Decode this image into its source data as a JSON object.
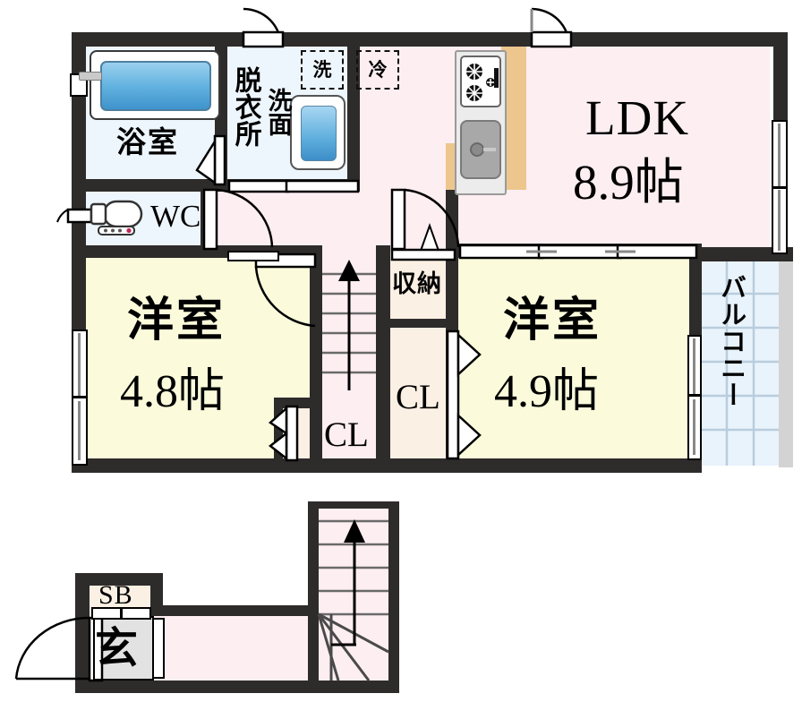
{
  "plan": {
    "type": "japanese-floor-plan",
    "title": "2LDK floor plan",
    "floors": [
      {
        "name": "upper-floor",
        "label": ""
      },
      {
        "name": "lower-floor-entrance",
        "label": ""
      }
    ]
  },
  "rooms": [
    {
      "key": "ldk",
      "name": "ldk",
      "label": "LDK",
      "area": "8.9帖",
      "fill": "#fdeef2"
    },
    {
      "key": "bath",
      "name": "bathroom",
      "label": "浴室",
      "area": "",
      "fill": "#eef6fd"
    },
    {
      "key": "datsuijo",
      "name": "dressing-room",
      "label": "脱衣所",
      "area": "",
      "fill": "#eef6fd"
    },
    {
      "key": "senmen",
      "name": "washbasin",
      "label": "洗面",
      "area": "",
      "fill": "#eef6fd"
    },
    {
      "key": "wc",
      "name": "toilet",
      "label": "WC",
      "area": "",
      "fill": "#eef6fd"
    },
    {
      "key": "washer",
      "name": "washer-slot",
      "label": "洗",
      "area": "",
      "fill": ""
    },
    {
      "key": "fridge",
      "name": "fridge-slot",
      "label": "冷",
      "area": "",
      "fill": ""
    },
    {
      "key": "room_left",
      "name": "western-room-left",
      "label": "洋室",
      "area": "4.8帖",
      "fill": "#fbfbdc"
    },
    {
      "key": "room_right",
      "name": "western-room-right",
      "label": "洋室",
      "area": "4.9帖",
      "fill": "#fbfbdc"
    },
    {
      "key": "shuno",
      "name": "storage",
      "label": "収納",
      "area": "",
      "fill": "#fbf0e4"
    },
    {
      "key": "cl_mid",
      "name": "closet-middle",
      "label": "CL",
      "area": "",
      "fill": "#fbf0e4"
    },
    {
      "key": "cl_left",
      "name": "closet-left",
      "label": "CL",
      "area": "",
      "fill": "#fbf0e4"
    },
    {
      "key": "balcony",
      "name": "balcony",
      "label": "バルコニー",
      "area": "",
      "fill": "#e9f3fc"
    },
    {
      "key": "sb",
      "name": "shoe-box",
      "label": "SB",
      "area": "",
      "fill": "#fbf0e4"
    },
    {
      "key": "genkan",
      "name": "entrance",
      "label": "玄",
      "area": "",
      "fill": "#e2e2e2"
    }
  ],
  "labels": {
    "ldk_name": "LDK",
    "ldk_area": "8.9帖",
    "bath": "浴室",
    "datsui": "脱衣所",
    "senmen": "洗面",
    "wc": "WC",
    "washer": "洗",
    "fridge": "冷",
    "room_left_name": "洋室",
    "room_left_area": "4.8帖",
    "room_right_name": "洋室",
    "room_right_area": "4.9帖",
    "storage": "収納",
    "closet_mid": "CL",
    "closet_left": "CL",
    "balcony": "バルコニー",
    "shoe_box": "SB",
    "genkan": "玄"
  },
  "fixtures": [
    {
      "name": "bathtub-icon",
      "label": ""
    },
    {
      "name": "sink-basin-icon",
      "label": ""
    },
    {
      "name": "toilet-icon",
      "label": ""
    },
    {
      "name": "gas-stove-icon",
      "label": ""
    },
    {
      "name": "kitchen-sink-icon",
      "label": ""
    },
    {
      "name": "kitchen-counter",
      "label": ""
    },
    {
      "name": "stair-up-arrow-icon",
      "label": ""
    }
  ],
  "colors": {
    "wall": "#2e2b2b",
    "living_fill": "#fdeef2",
    "room_fill": "#fbfbdc",
    "water_fill": "#eef6fd",
    "closet_fill": "#fbf0e4",
    "balcony_fill": "#e9f3fc",
    "entrance_fill": "#e2e2e2",
    "counter_wood": "#edc68e",
    "tub_blue": "#4ea3db"
  }
}
